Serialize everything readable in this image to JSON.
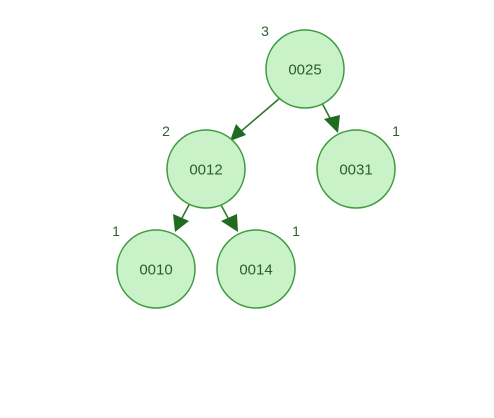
{
  "tree": {
    "nodes": [
      {
        "id": "n0025",
        "label": "0025",
        "height": "3"
      },
      {
        "id": "n0012",
        "label": "0012",
        "height": "2"
      },
      {
        "id": "n0031",
        "label": "0031",
        "height": "1"
      },
      {
        "id": "n0010",
        "label": "0010",
        "height": "1"
      },
      {
        "id": "n0014",
        "label": "0014",
        "height": "1"
      }
    ],
    "edges": [
      {
        "from": "n0025",
        "to": "n0012"
      },
      {
        "from": "n0025",
        "to": "n0031"
      },
      {
        "from": "n0012",
        "to": "n0010"
      },
      {
        "from": "n0012",
        "to": "n0014"
      }
    ],
    "colors": {
      "node_fill": "#c9f2c9",
      "node_stroke": "#3f9a3f",
      "edge": "#2f7a2f",
      "arrow": "#1f6b1f",
      "text": "#2b5f2b"
    }
  }
}
